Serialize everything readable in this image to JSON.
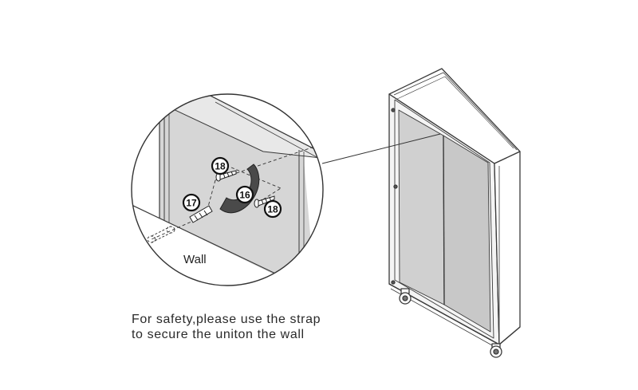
{
  "diagram": {
    "wall_label": "Wall",
    "callouts": [
      {
        "id": "strap-callout",
        "number": "16"
      },
      {
        "id": "anchor-callout",
        "number": "17"
      },
      {
        "id": "screw-callout-upper",
        "number": "18"
      },
      {
        "id": "screw-callout-lower",
        "number": "18"
      }
    ],
    "caption_lines": [
      "For safety,please use the strap",
      "to secure the uniton the wall"
    ],
    "colors": {
      "line": "#3a3a3a",
      "panel_fill": "#d6d6d6",
      "door_fill": "#c8c8c8",
      "strap_fill": "#4a4a4a"
    }
  }
}
